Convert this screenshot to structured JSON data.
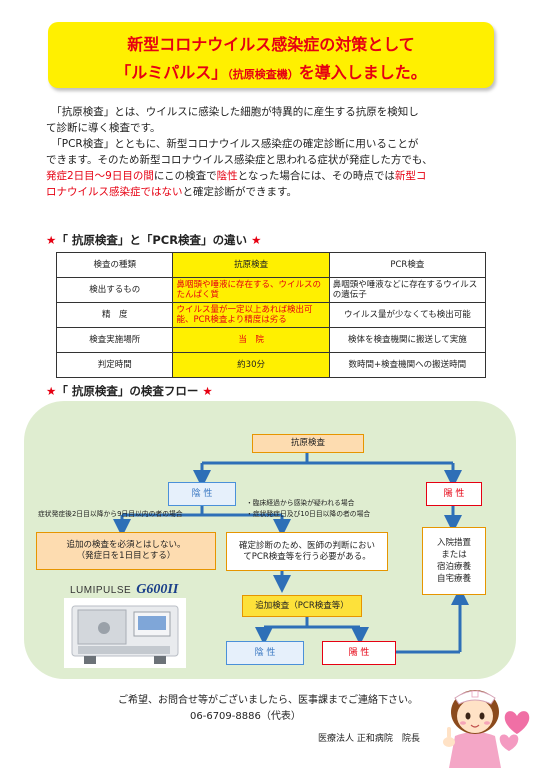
{
  "banner": {
    "line1": "新型コロナウイルス感染症の対策として",
    "line2_main": "「ルミパルス」",
    "line2_paren": "（抗原検査機）",
    "line2_tail": "を導入しました。"
  },
  "intro": {
    "p1_line1": "「抗原検査」とは、ウイルスに感染した細胞が特異的に産生する抗原を検知し",
    "p1_line2": "て診断に導く検査です。",
    "p2_line1": "「PCR検査」とともに、新型コロナウイルス感染症の確定診断に用いることが",
    "p2_line2": "できます。そのため新型コロナウイルス感染症と思われる症状が発症した方でも、",
    "p2_line3_red1": "発症2日目～9日目の間",
    "p2_line3_blk1": "にこの検査で",
    "p2_line3_red2": "陰性",
    "p2_line3_blk2": "となった場合には、その時点では",
    "p2_line3_red3": "新型コ",
    "p2_line4_red": "ロナウイルス感染症ではない",
    "p2_line4_blk": "と確定診断ができます。"
  },
  "section1": {
    "star_left": "★",
    "q1": "「 抗原検査」",
    "mid": "と",
    "q2": "「PCR検査」",
    "tail": "の違い",
    "star_right": "★"
  },
  "table": {
    "headers": [
      "検査の種類",
      "抗原検査",
      "PCR検査"
    ],
    "rows": [
      [
        "検出するもの",
        "鼻咽頭や唾液に存在する、ウイルスのたんぱく質",
        "鼻咽頭や唾液などに存在するウイルスの遺伝子"
      ],
      [
        "精　度",
        "ウイルス量が一定以上あれば検出可能、PCR検査より精度は劣る",
        "ウイルス量が少なくても検出可能"
      ],
      [
        "検査実施場所",
        "当　院",
        "検体を検査機関に搬送して実施"
      ],
      [
        "判定時間",
        "約30分",
        "数時間+検査機関への搬送時間"
      ]
    ]
  },
  "section2": {
    "star_left": "★",
    "q1": "「 抗原検査」",
    "tail": "の検査フロー",
    "star_right": "★"
  },
  "flow": {
    "start": "抗原検査",
    "negative": "陰 性",
    "positive": "陽 性",
    "note_left": "症状発症後2日目以降から9日目以内の者の場合",
    "note_right1": "・臨床経過から感染が疑われる場合",
    "note_right2": "・症状発症日及び10日目以降の者の場合",
    "box_left_l1": "追加の検査を必須とはしない。",
    "box_left_l2": "（発症日を1日目とする）",
    "box_mid_l1": "確定診断のため、医師の判断におい",
    "box_mid_l2": "てPCR検査等を行う必要がある。",
    "box_right_l1": "入院措置",
    "box_right_l2": "または",
    "box_right_l3": "宿泊療養",
    "box_right_l4": "自宅療養",
    "additional": "追加検査（PCR検査等）",
    "result_neg": "陰 性",
    "result_pos": "陽 性",
    "machine_brand": "LUMIPULSE",
    "machine_model": "G600",
    "machine_suffix": "II"
  },
  "footer": {
    "line1": "ご希望、お問合せ等がございましたら、医事課までご連絡下さい。",
    "line2": "06-6709-8886（代表）",
    "line3": "医療法人 正和病院　院長"
  },
  "colors": {
    "red": "#e60012",
    "yellow": "#fff000",
    "panel_green": "#dfedd0",
    "arrow_blue": "#2e6fb7",
    "box_orange": "#e69500"
  }
}
